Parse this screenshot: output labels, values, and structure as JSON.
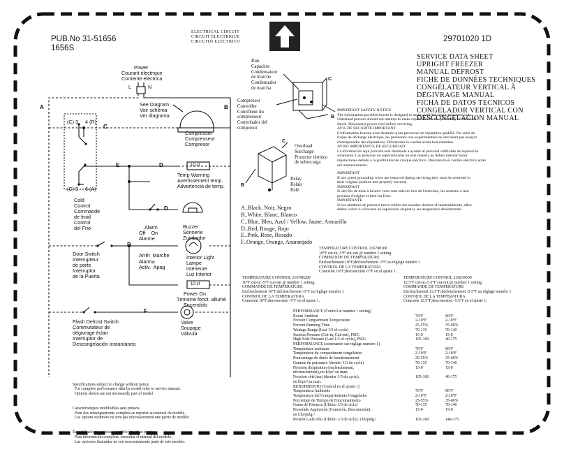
{
  "header": {
    "pub_no": "PUB.No 31-51656",
    "sub_no": "1656S",
    "circuit_title": [
      "ELECTRICAL CIRCUIT",
      "CIRCUIT ELECTRIQUE",
      "CIRCUITO ELECTRICO"
    ],
    "part_no": "29701020 1D"
  },
  "service_title": [
    "SERVICE DATA SHEET",
    "UPRIGHT FREEZER",
    "MANUAL DEFROST",
    "FICHE DE DONNÉES TECHNIQUES",
    "CONGÉLATEUR VERTICAL À",
    "DÉGIVRAGE MANUAL",
    "FICHA DE DATOS TECNICOS",
    "CONGELADOR VERTICAL CON",
    "DESCONGELACION MANUAL"
  ],
  "diagram": {
    "power": [
      "Power",
      "Courant électrique",
      "Corriente eléctrica"
    ],
    "plug_L": "L",
    "plug_N": "N",
    "see_diagram": [
      "See Diagram",
      "Voir schéma",
      "Ver diagrama"
    ],
    "compressor": [
      "Compressor",
      "Compresseur",
      "Compresor"
    ],
    "temp_warning": [
      "Temp Warning",
      "Avertissement temp.",
      "Advertencia de temp."
    ],
    "cold_control": [
      "Cold",
      "Control",
      "Commande",
      "de froid",
      "Control",
      "del Frio"
    ],
    "alarm": [
      "Alarm",
      "Off    On",
      "Alarme",
      "Arrêt  Marche",
      "Alarma",
      "Activ.  Apag"
    ],
    "buzzer": [
      "Buzzer",
      "Sonnerie",
      "Zumbador"
    ],
    "door_switch": [
      "Door Switch",
      "Interrupteur",
      "de porte",
      "Interruptor",
      "de la Puerta"
    ],
    "interior_light": [
      "Interior Light",
      "Lampe",
      "intérieure",
      "Luz Interior"
    ],
    "power_on": [
      "Power On",
      "Témoine fonct. allumé",
      "Encendido"
    ],
    "flash_defrost": [
      "Flash Defrost Switch",
      "Commutateur de",
      "dégivrage éclair",
      "Interruptor de",
      "Descongelación instantánea"
    ],
    "valve": [
      "Valve",
      "Soupape",
      "Válvula"
    ],
    "wire_letters": {
      "A": "A",
      "B": "B",
      "C": "C",
      "D": "D",
      "E": "E",
      "F": "F"
    },
    "terminals": {
      "c3": "(C) 3",
      "r4": "4 (R)",
      "c5": "(C) 5",
      "a6": "6 (A)"
    },
    "lamp_tag": "10-cf"
  },
  "compressor_parts": {
    "run_cap": [
      "Run",
      "Capacitor",
      "Condensateur",
      "de marche",
      "Condensador",
      "de marcha"
    ],
    "comp_ctrl": [
      "Compressor",
      "Controller",
      "Contrôleur du",
      "compresseur",
      "Controlador del",
      "compresor"
    ],
    "overload": [
      "Overload",
      "Surcharge",
      "Protector térmico",
      "de sobrecarga"
    ],
    "relay": [
      "Relay",
      "Relais",
      "Relé"
    ],
    "letters": {
      "B": "B",
      "C": "C"
    }
  },
  "safety": [
    "IMPORTANT SAFETY NOTICE",
    "The information provided herein is designed to assist qualified repair personnel only.",
    "Untrained persons should not attempt to make repairs due to the possibility of electrical",
    "shock. Disconnect power cord before servicing.",
    "AVIS DE SÉCURITÉ IMPORTANT",
    "L'information fournie n'est destinée qu'au personnel de réparation qualifié. Par suite du",
    "risque de décharge électrique, les personnes non expérimentées ne devraient pas essayer",
    "d'entreprendre des réparations. Débrancher le cordon avant tout entretien.",
    "AVISO IMPORTANTE DE SEGURIDAD",
    "La información aquí provistá está destinada a ayudar al personal calificado de reparación",
    "solamente. Las personas no especializadas en esta materia no deben intentar hacer",
    "reparaciones debido a la posibilidad de choque eléctrico. Desconecte el cordón eléctrico antes",
    "del mantenimiento.",
    "",
    "IMPORTANT",
    "If any green grounding wires are removed during servicing,they must be returned to",
    "their original position and properly secured.",
    "IMPORTANT",
    "Si des fils de mise à la terre verts sont enlevés lors de l'entretien, les remettre à leur",
    "position d'origine et bien les fixer.",
    "IMPORTANTE",
    "Si los alambres de puesta a tierra verdes son sacados durante el mantenimiento, ellos",
    "deben volver a colocarse en suposición original y ser asegurados debidamente."
  ],
  "color_legend": [
    "A..Black, Noir, Negro",
    "B..White, Blanc, Blanco",
    "C..Blue, Bleu, Azul / Yellow, Jaune, Armarillo",
    "D..Red, Rouge, Rojo",
    "E..Pink, Rose, Rosado",
    "F..Orange, Orange, Anaranjado"
  ],
  "temp_ctrl_center": [
    "TEMPERATURE CONTROL 216788100",
    "10°F cut-in,-5°F cut-out @ number 1 setting.",
    "COMMANDE DE TEMPERATURE",
    "Enclenchement 10°F;déclenchement -5°F au réglage numéro 1",
    "CONTROL DE LA TEMPERATURA",
    "Conexión 10°F;desconexión -5°F en el ajuste 1."
  ],
  "temp_ctrl_left": [
    "TEMPERATURE CONTROL 216788200",
    "10°F cut-in,-5°F cut-out @ number 1 setting.",
    "COMMANDE DE TEMPERATURE",
    "Enclenchement 10°F;déclenchement -5°F au réglage numéro 1",
    "CONTROL DE LA TEMPERATURA",
    "Conexión 10°F;desconexión -5°F en el ajuste 1."
  ],
  "temp_ctrl_right": [
    "TEMPERATURE CONTROL 216834500",
    "12.5°F cut-in,-5.5°F cut-out @ number 1 setting.",
    "COMMANDE DE TEMPERATURE",
    "Enclenchement 12.5°F;déclenchement -5.5°F au réglage numéro 1",
    "CONTROL DE LA TEMPERATURA",
    "Conexión 12.5°F;desconexión -5.5°F en el ajuste 1."
  ],
  "performance": {
    "title": "PERFORMANCE (Control at number 1 setting)",
    "rows_en": [
      [
        "Room Ambient",
        "70°F",
        "90°F"
      ],
      [
        "Freezer Compartment Temperature",
        "2-10°F",
        "2-10°F"
      ],
      [
        "Percent Running Time",
        "25-55%",
        "35-60%"
      ],
      [
        "Wattage Range (Last 1/3 of cycle)",
        "70-135",
        "70-140"
      ],
      [
        "Suction Pressure (Cut-in, Cut-out), PSIG",
        "15-0",
        "15-0"
      ],
      [
        "High Side Pressure (Last 1/3 of cycle), PSIG",
        "105-160",
        "40-175"
      ]
    ],
    "title_fr": "PERFORMANCE (commande sur réglage numéro 1)",
    "rows_fr": [
      [
        "Température ambiante",
        "70°F",
        "90°F"
      ],
      [
        "Température du compartiment congélateur",
        "2-10°F",
        "2-10°F"
      ],
      [
        "Pourcentage de durée de fonctionnement",
        "25-55%",
        "35-60%"
      ],
      [
        "Gamme du puissance (dernier 1/3 du cycle)",
        "70-135",
        "70-140"
      ],
      [
        "Pression d'aspiration (enclenchement,",
        "15-0",
        "15-0"
      ],
      [
        "déclenchement),en lb/po² au man.",
        "",
        ""
      ],
      [
        "Pression côté haut (dernier 1/3 du cycle),",
        "105-160",
        "40-175"
      ],
      [
        "en lb/po² au man.",
        "",
        ""
      ]
    ],
    "title_es": "RENDIMIENTO (Control en el ajuste 1)",
    "rows_es": [
      [
        "Temperatura Ambiente",
        "70°F",
        "90°F"
      ],
      [
        "Temperatura del Compartimiento Congelador",
        "2-10°F",
        "2-10°F"
      ],
      [
        "Porcentaje de Tiempo de Funcionamiento",
        "25-55%",
        "35-60%"
      ],
      [
        "Gama de Potencia (Ultimo 1/3 de ciclo)",
        "70-135",
        "70-140"
      ],
      [
        "Presoínde Aspiración (Conexión, Desconexión),",
        "15-0",
        "15-0"
      ],
      [
        "en Lbs/pulg.²",
        "",
        ""
      ],
      [
        "Presión Lado Alto (Ultimo 1/3 de ciclo). Lbs/pulg.²",
        "105-160",
        "140-175"
      ]
    ]
  },
  "specs_note": [
    "Specifications subject to change without notice.",
    "  For complete performance data by model refer to service manual.",
    "  Options shown are not necessarily part of model",
    "Caractéristiques modifiables sans préavis.",
    "  Pour des renseignements complets.se reporter au manual du modèle.",
    "  Les options montrées ne sont pas nécessairement une partie de modèle.",
    "Especificaciones sujetas a cambio sin aviso previo.",
    "  Para información completa, consultar el manual del modelo.",
    "  Las opciones ilustradas no son necesariamente parte de este modelo."
  ]
}
